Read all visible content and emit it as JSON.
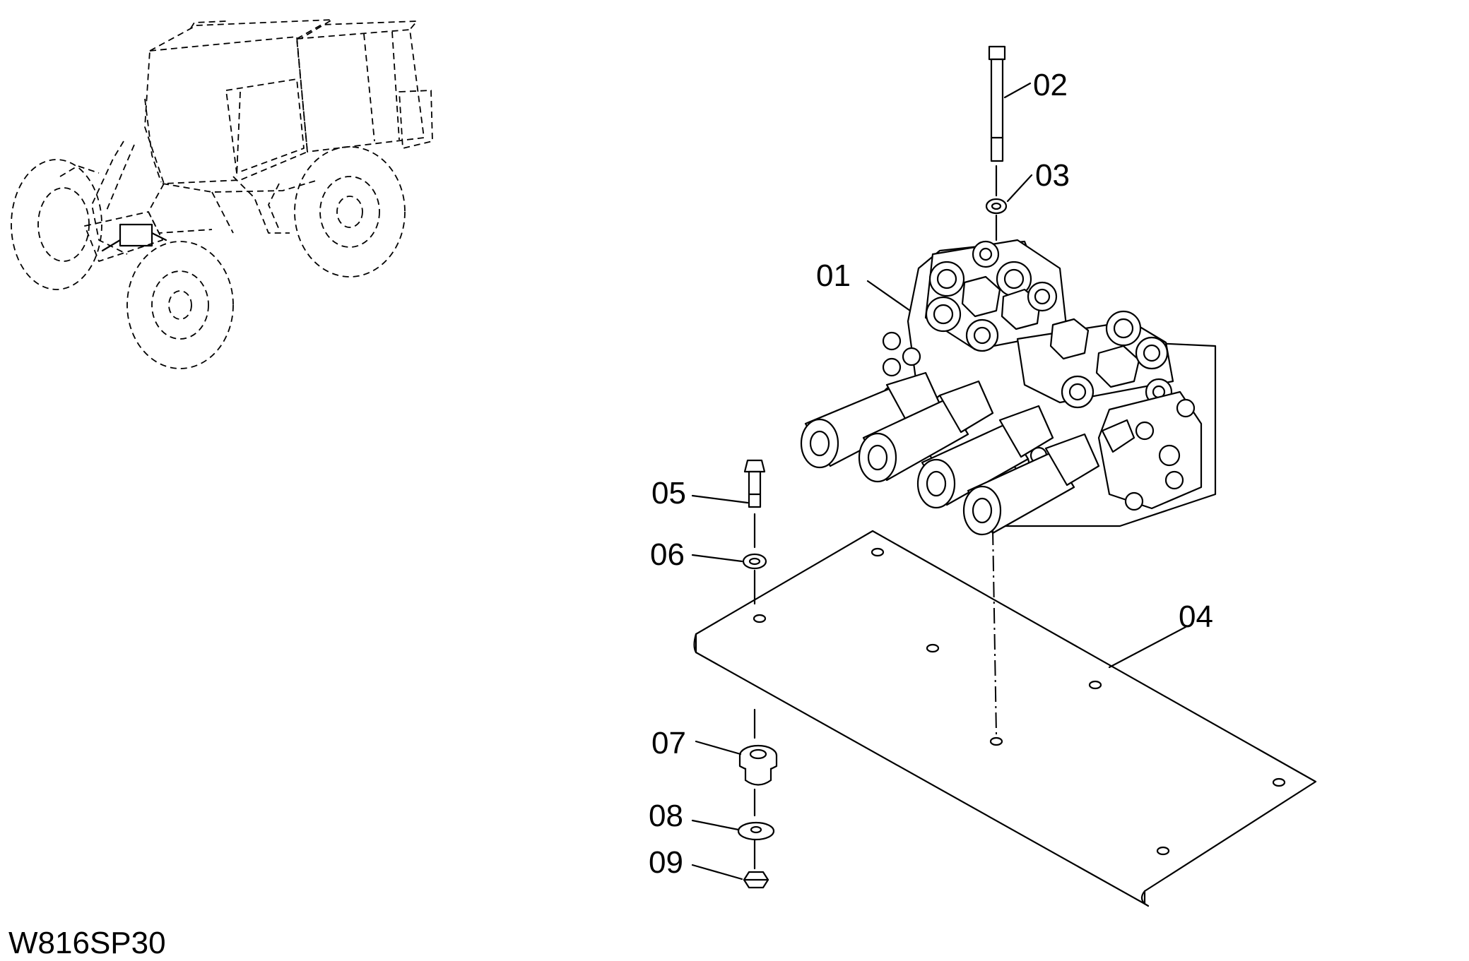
{
  "drawing_code": "W816SP30",
  "callouts": {
    "c01": "01",
    "c02": "02",
    "c03": "03",
    "c04": "04",
    "c05": "05",
    "c06": "06",
    "c07": "07",
    "c08": "08",
    "c09": "09"
  }
}
